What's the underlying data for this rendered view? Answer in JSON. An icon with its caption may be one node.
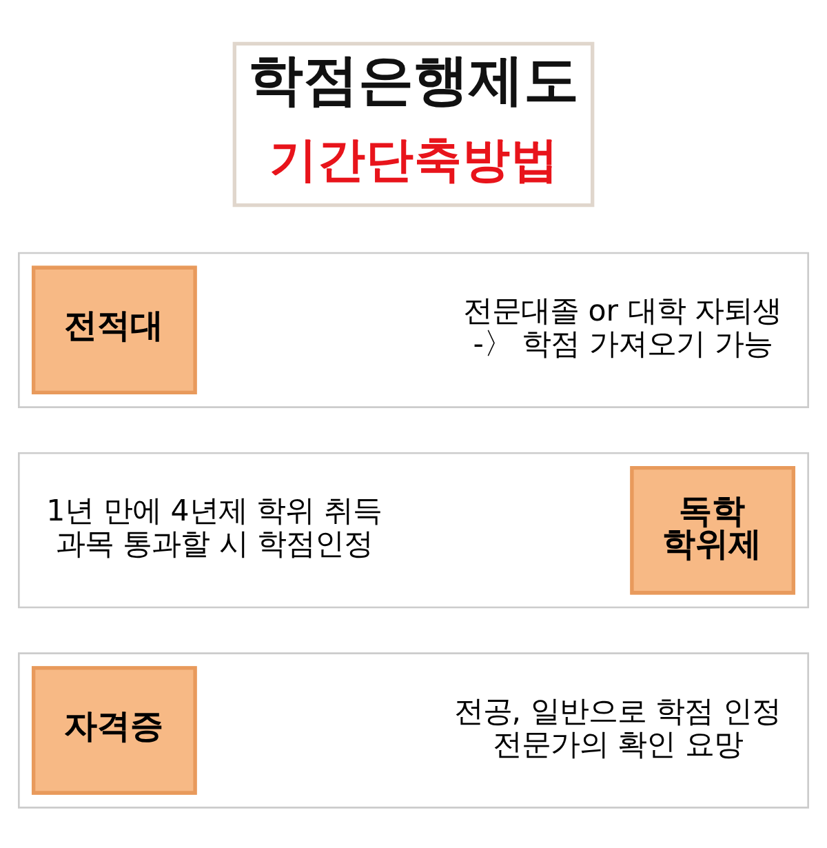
{
  "diagram": {
    "nodes": [
      {
        "text": [
          "학점은행제도",
          "기간단축방법"
        ]
      },
      {
        "text": [
          "전적대",
          "전문대졸 or 대학 자퇴생 -〉 학점 가져오기 가능"
        ]
      },
      {
        "text": [
          "1년 만에 4년제 학위 취득 과목 통과할 시 학점인정",
          "독학 학위제"
        ]
      },
      {
        "text": [
          "자격증",
          "전공, 일반으로 학점 인정 전문가의 확인 요망"
        ]
      }
    ],
    "edges": []
  }
}
